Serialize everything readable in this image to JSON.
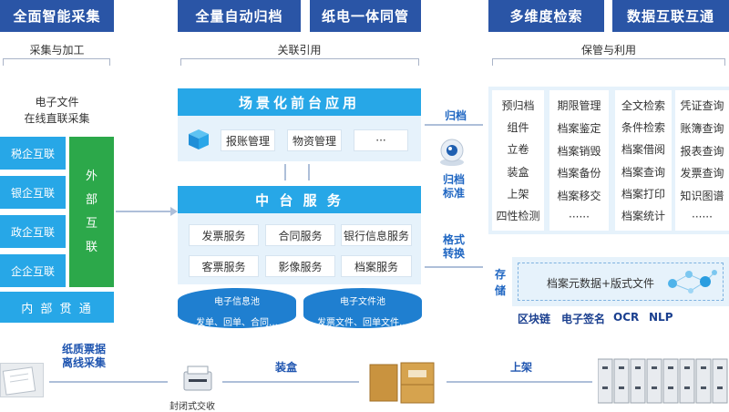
{
  "headers": [
    "全面智能采集",
    "全量自动归档",
    "纸电一体同管",
    "多维度检索",
    "数据互联互通"
  ],
  "subs": {
    "left": "采集与加工",
    "center": "关联引用",
    "right": "保管与利用"
  },
  "left": {
    "caption": [
      "电子文件",
      "在线直联采集"
    ],
    "items": [
      "税企互联",
      "银企互联",
      "政企互联",
      "企企互联"
    ],
    "external": [
      "外",
      "部",
      "互",
      "联"
    ],
    "internal": "内 部 贯 通"
  },
  "center": {
    "scene_title": "场景化前台应用",
    "scene_buttons": [
      "报账管理",
      "物资管理",
      "···"
    ],
    "middle_title": "中 台 服 务",
    "services": [
      "发票服务",
      "合同服务",
      "银行信息服务",
      "客票服务",
      "影像服务",
      "档案服务"
    ],
    "pools": [
      {
        "title": "电子信息池",
        "desc": "发单、回单、合同…"
      },
      {
        "title": "电子文件池",
        "desc": "发票文件、回单文件…"
      }
    ]
  },
  "mid_labels": {
    "archive": "归档",
    "archive_std": [
      "归档",
      "标准"
    ],
    "format": [
      "格式",
      "转换"
    ]
  },
  "right": {
    "col1": [
      "预归档",
      "组件",
      "立卷",
      "装盒",
      "上架",
      "四性检测"
    ],
    "col2": [
      "期限管理",
      "档案鉴定",
      "档案销毁",
      "档案备份",
      "档案移交",
      "······"
    ],
    "col3": [
      "全文检索",
      "条件检索",
      "档案借阅",
      "档案查询",
      "档案打印",
      "档案统计"
    ],
    "col4": [
      "凭证查询",
      "账簿查询",
      "报表查询",
      "发票查询",
      "知识图谱",
      "······"
    ],
    "storage_label": [
      "存",
      "储"
    ],
    "storage_text": "档案元数据+版式文件",
    "tech": [
      "区块链",
      "电子签名",
      "OCR",
      "NLP"
    ]
  },
  "bottom": {
    "paper": [
      "纸质票据",
      "离线采集"
    ],
    "device": "封闭式交收",
    "box": "装盒",
    "shelf": "上架"
  },
  "colors": {
    "header": "#2a55a6",
    "blue": "#27a7e7",
    "green": "#2ca84a",
    "panel": "#e6f2fb"
  }
}
